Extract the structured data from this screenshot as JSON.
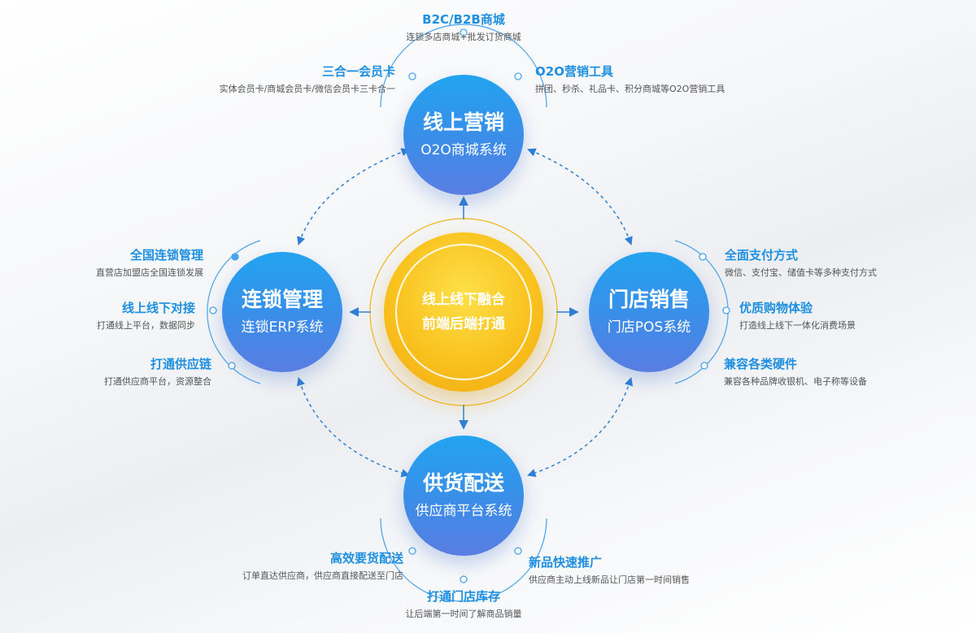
{
  "colors": {
    "accent": "#1f8fe0",
    "blue_circle": "#2d96ec",
    "center_circle": "#f9c21e",
    "connector": "#2f7fd6"
  },
  "center": {
    "line1": "线上线下融合",
    "line2": "前端后端打通"
  },
  "modules": {
    "top": {
      "title": "线上营销",
      "subtitle": "O2O商城系统"
    },
    "left": {
      "title": "连锁管理",
      "subtitle": "连锁ERP系统"
    },
    "right": {
      "title": "门店销售",
      "subtitle": "门店POS系统"
    },
    "bottom": {
      "title": "供货配送",
      "subtitle": "供应商平台系统"
    }
  },
  "features": {
    "top": [
      {
        "title": "B2C/B2B商城",
        "desc": "连锁多店商城+批发订货商城"
      },
      {
        "title": "三合一会员卡",
        "desc": "实体会员卡/商城会员卡/微信会员卡三卡合一"
      },
      {
        "title": "O2O营销工具",
        "desc": "拼团、秒杀、礼品卡、积分商城等O2O营销工具"
      }
    ],
    "left": [
      {
        "title": "全国连锁管理",
        "desc": "直营店加盟店全国连锁发展"
      },
      {
        "title": "线上线下对接",
        "desc": "打通线上平台，数据同步"
      },
      {
        "title": "打通供应链",
        "desc": "打通供应商平台，资源整合"
      }
    ],
    "right": [
      {
        "title": "全面支付方式",
        "desc": "微信、支付宝、储值卡等多种支付方式"
      },
      {
        "title": "优质购物体验",
        "desc": "打造线上线下一体化消费场景"
      },
      {
        "title": "兼容各类硬件",
        "desc": "兼容各种品牌收银机、电子称等设备"
      }
    ],
    "bottom": [
      {
        "title": "高效要货配送",
        "desc": "订单直达供应商，供应商直接配送至门店"
      },
      {
        "title": "新品快速推广",
        "desc": "供应商主动上线新品让门店第一时间销售"
      },
      {
        "title": "打通门店库存",
        "desc": "让后端第一时间了解商品销量"
      }
    ]
  }
}
